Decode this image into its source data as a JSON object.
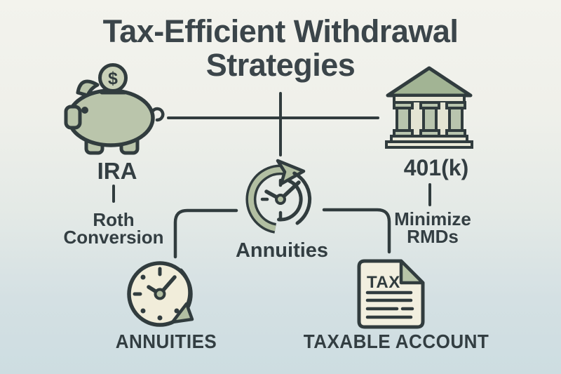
{
  "title": {
    "line1": "Tax-Efficient Withdrawal",
    "line2": "Strategies"
  },
  "nodes": {
    "ira": {
      "label": "IRA",
      "coin_symbol": "$",
      "icon": "piggy-bank-icon"
    },
    "k401": {
      "label": "401(k)",
      "icon": "bank-icon"
    },
    "hub": {
      "label": "Annuities",
      "icon": "clock-cycle-icon"
    },
    "roth": {
      "line1": "Roth",
      "line2": "Conversion"
    },
    "rmds": {
      "line1": "Minimize",
      "line2": "RMDs"
    },
    "annuities": {
      "label": "ANNUITIES",
      "icon": "clock-history-icon"
    },
    "taxable": {
      "label": "TAXABLE ACCOUNT",
      "doc_title": "TAX",
      "icon": "tax-document-icon"
    }
  },
  "colors": {
    "ink": "#313c3e",
    "text": "#333e42",
    "title_text": "#3b454a",
    "sage": "#b7c2a8",
    "sage_dark": "#a2b494",
    "cream": "#f1edda",
    "background_top": "#f3f3ed",
    "background_bottom": "#cddde1"
  }
}
